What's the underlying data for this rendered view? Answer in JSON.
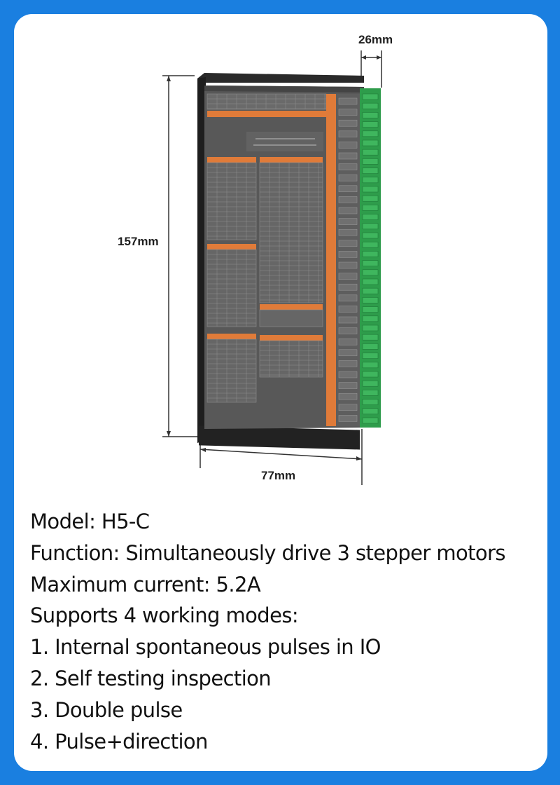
{
  "colors": {
    "background": "#1a7fe0",
    "card": "#ffffff",
    "panel": "#585858",
    "panel_orange": "#e07b39",
    "terminal_green": "#2e9c4b"
  },
  "product_image": {
    "name": "stepper-motor-driver-h5-c",
    "dimensions": {
      "height": "157mm",
      "width": "77mm",
      "depth": "26mm"
    }
  },
  "specs": {
    "model": "Model: H5-C",
    "function": "Function: Simultaneously drive 3 stepper motors",
    "max_current": "Maximum current: 5.2A",
    "modes_heading": "Supports 4 working modes:",
    "modes": [
      "1. Internal spontaneous pulses in IO",
      "2. Self testing inspection",
      "3. Double pulse",
      "4. Pulse+direction"
    ]
  }
}
